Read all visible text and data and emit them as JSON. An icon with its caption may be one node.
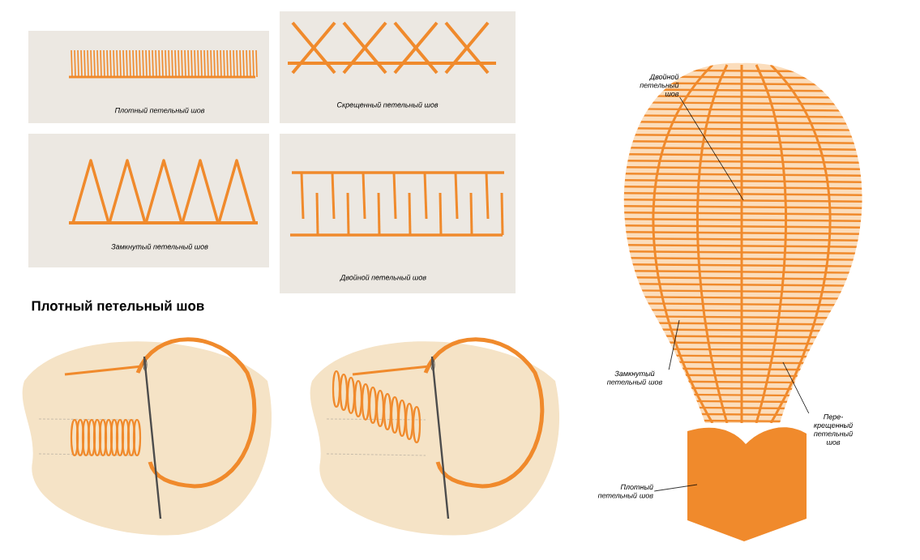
{
  "diagram": {
    "nodes": [
      {
        "text": [
          "Двойной петельный шов"
        ]
      },
      {
        "text": [
          "Замкнутый петельный шов"
        ]
      },
      {
        "text": [
          "Пере- крещенный петельный шов"
        ]
      },
      {
        "text": [
          "Плотный петельный шов"
        ]
      }
    ],
    "edges": [
      {
        "from": 0,
        "to": null,
        "arrow": "none"
      },
      {
        "from": 1,
        "to": null,
        "arrow": "none"
      },
      {
        "from": 2,
        "to": null,
        "arrow": "none"
      },
      {
        "from": 3,
        "to": null,
        "arrow": "none"
      }
    ],
    "labels": [
      "Плотный петельный шов",
      "Скрещенный петельный шов",
      "Замкнутый петельный шов",
      "Двойной петельный шов",
      "Плотный петельный шов"
    ]
  }
}
